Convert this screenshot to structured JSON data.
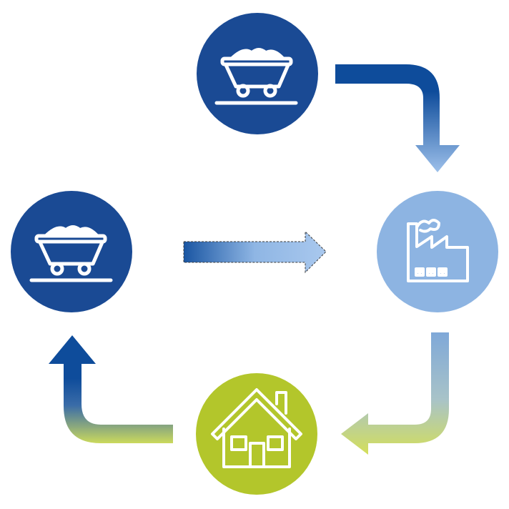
{
  "diagram": {
    "type": "cycle",
    "nodes": [
      {
        "id": "mine-cart-top",
        "icon": "mine-cart-icon",
        "color": "#1a4a94"
      },
      {
        "id": "factory",
        "icon": "factory-icon",
        "color": "#8db4e2"
      },
      {
        "id": "house",
        "icon": "house-icon",
        "color": "#b3c62b"
      },
      {
        "id": "mine-cart-left",
        "icon": "mine-cart-icon",
        "color": "#1a4a94"
      }
    ],
    "arrows": [
      {
        "from": "mine-cart-top",
        "to": "factory",
        "colors": [
          "#0e4c9b",
          "#8db4e2"
        ]
      },
      {
        "from": "factory",
        "to": "house",
        "colors": [
          "#8db4e2",
          "#d4df5a"
        ]
      },
      {
        "from": "house",
        "to": "mine-cart-left",
        "colors": [
          "#d4df5a",
          "#0e4c9b"
        ]
      },
      {
        "from": "mine-cart-left",
        "to": "factory",
        "style": "dashed",
        "colors": [
          "#0e4c9b",
          "#8db4e2"
        ]
      }
    ]
  }
}
